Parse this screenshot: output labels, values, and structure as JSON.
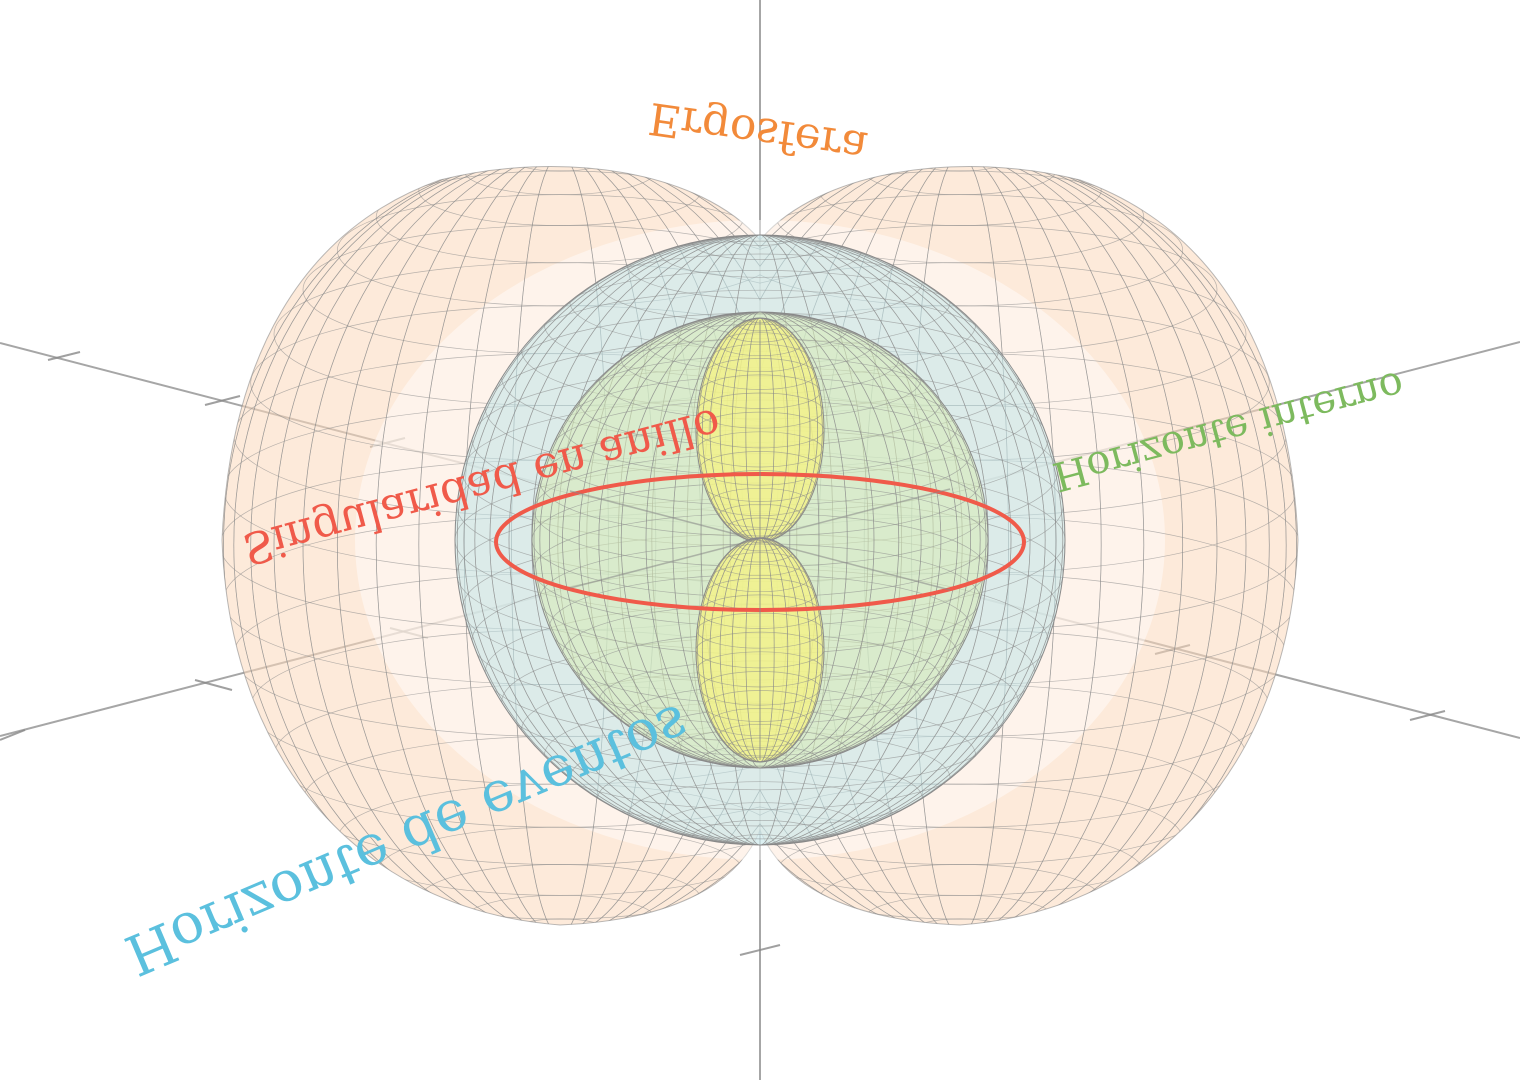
{
  "labels": {
    "ergosphere": "Ergosfera",
    "inner_horizon": "Horizonte interno",
    "ring_singularity": "Singularidad en anillo",
    "event_horizon": "Horizonte de eventos"
  },
  "colors": {
    "ergosphere": "#f28a3a",
    "ergosphere_fill": "#fcd9bb",
    "event_horizon": "#5bc0de",
    "event_horizon_fill": "#bfe3e8",
    "inner_horizon": "#7dba5e",
    "inner_horizon_fill": "#d7ebb4",
    "inner_ergo_fill": "#f2f28a",
    "ring_singularity": "#f05a4a",
    "axis": "#888888",
    "mesh": "#8a8a8a"
  }
}
